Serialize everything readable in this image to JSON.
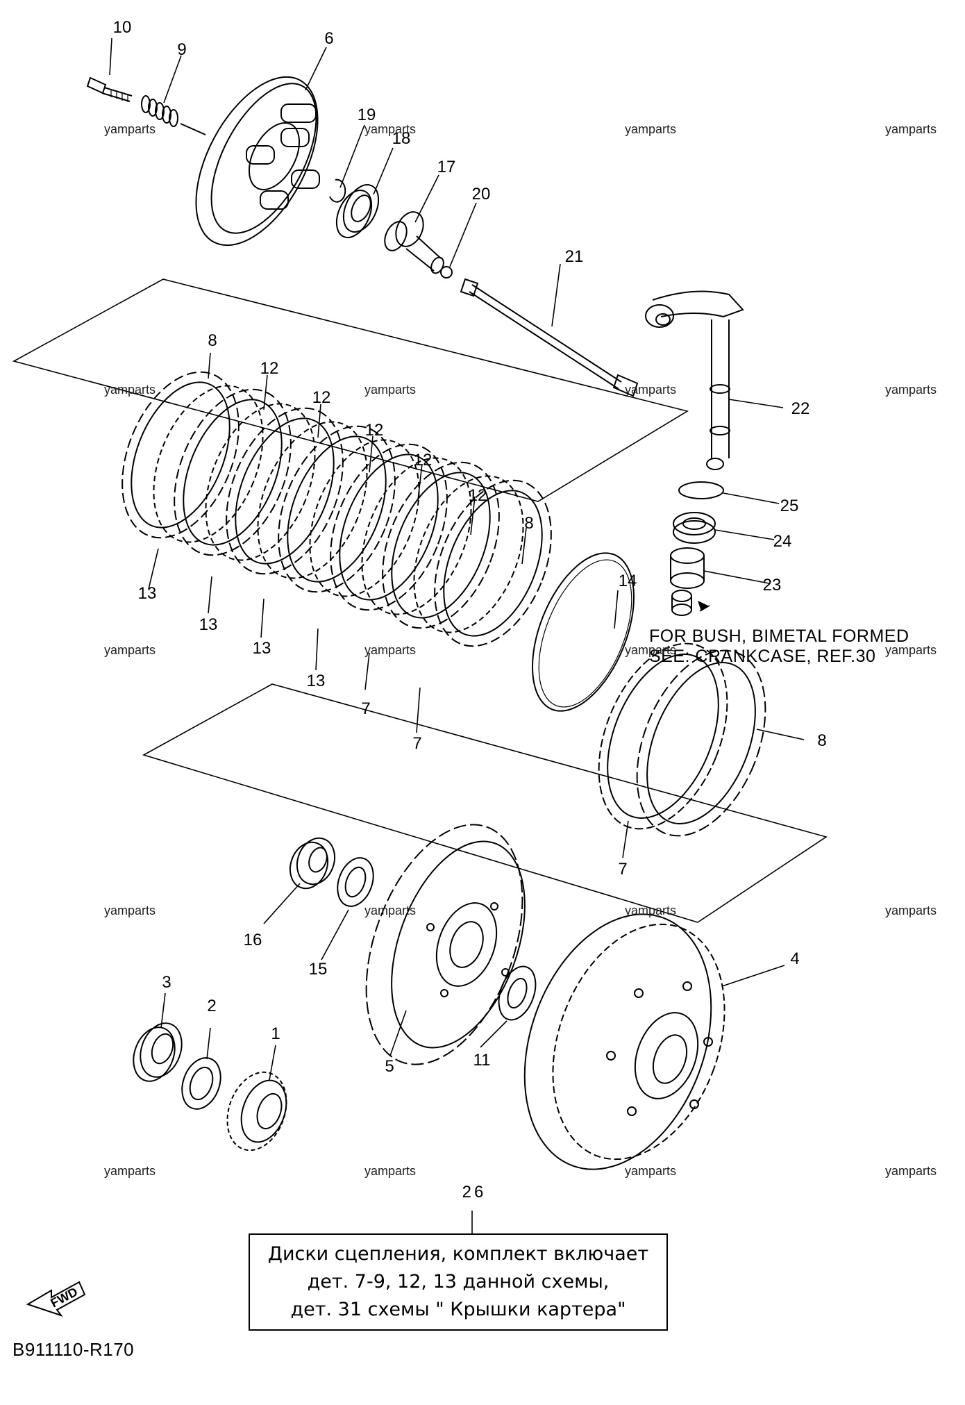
{
  "diagram_code": "B911110-R170",
  "fwd_label": "FWD",
  "watermark": "yamparts",
  "note_bush": {
    "line1": "FOR BUSH, BIMETAL FORMED",
    "line2": "SEE: CRANKCASE, REF.30"
  },
  "callout": {
    "ref": "26",
    "line1": "Диски сцепления, комплект включает",
    "line2": "дет. 7-9, 12, 13 данной схемы,",
    "line3": "дет. 31 схемы \" Крышки картера\""
  },
  "part_labels": [
    "1",
    "2",
    "3",
    "4",
    "5",
    "6",
    "7",
    "8",
    "9",
    "10",
    "11",
    "12",
    "13",
    "14",
    "15",
    "16",
    "17",
    "18",
    "19",
    "20",
    "21",
    "22",
    "23",
    "24",
    "25"
  ]
}
